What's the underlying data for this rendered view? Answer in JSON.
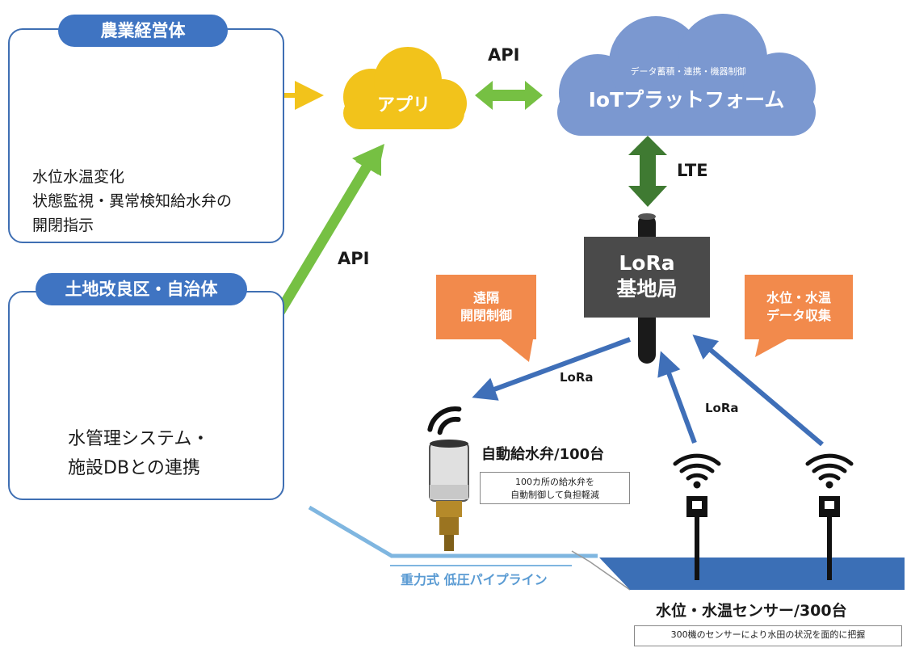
{
  "farmers": {
    "title": "農業経営体",
    "text": "水位水温変化\n状態監視・異常検知給水弁の\n開閉指示"
  },
  "district": {
    "title": "土地改良区・自治体",
    "text": "水管理システム・\n施設DBとの連携"
  },
  "app": {
    "label": "アプリ"
  },
  "iot": {
    "subtitle": "データ蓄積・連携・機器制御",
    "label": "IoTプラットフォーム"
  },
  "links": {
    "api_top": "API",
    "api_left": "API",
    "lte": "LTE",
    "lora_left": "LoRa",
    "lora_right": "LoRa"
  },
  "station": {
    "label": "LoRa\n基地局"
  },
  "callouts": {
    "remote": "遠隔\n開閉制御",
    "collect": "水位・水温\nデータ収集"
  },
  "valve": {
    "label": "自動給水弁/100台",
    "note": "100カ所の給水弁を\n自動制御して負担軽減"
  },
  "pipeline": {
    "label": "重力式 低圧パイプライン"
  },
  "sensor": {
    "label": "水位・水温センサー/300台",
    "note": "300機のセンサーにより水田の状況を面的に把握"
  },
  "colors": {
    "panel_border": "#3f6fb3",
    "pill": "#3f74c2",
    "app_cloud": "#f2c31b",
    "iot_cloud": "#7b98d0",
    "green_arrow": "#76c043",
    "lte_arrow": "#3f7a32",
    "blue_arrow": "#3f6fb8",
    "yellow_arrow": "#f2c31b",
    "callout": "#f28a4c",
    "station": "#4a4a4a",
    "pipe": "#7fb6e0",
    "water": "#3b6fb6"
  },
  "icons": [
    "farmer-hat-icon",
    "worker-icon",
    "tablet-icon",
    "wifi-icon",
    "valve-icon",
    "sensor-icon"
  ]
}
